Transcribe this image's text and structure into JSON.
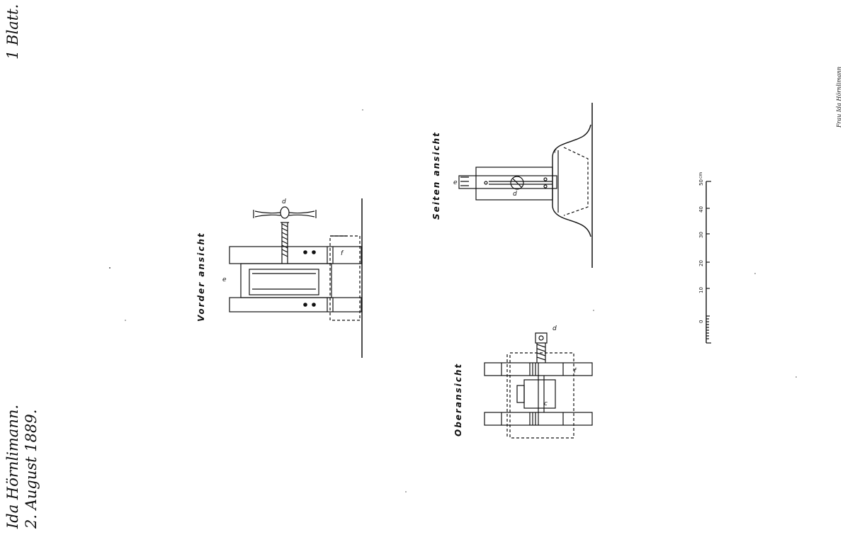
{
  "header": {
    "inventor": "Ida Hörnlimann.",
    "date": "2. August 1889.",
    "sheet": "1 Blatt."
  },
  "views": {
    "front": "Vorder ansicht",
    "side": "Seiten ansicht",
    "top": "Oberansicht"
  },
  "parts": {
    "c": "c",
    "d": "d",
    "e": "e",
    "f": "f"
  },
  "scale": {
    "unit": "cm",
    "ticks": [
      "0",
      "10",
      "20",
      "30",
      "40",
      "50"
    ]
  },
  "signature": "Frau Ida Hörnlimann"
}
